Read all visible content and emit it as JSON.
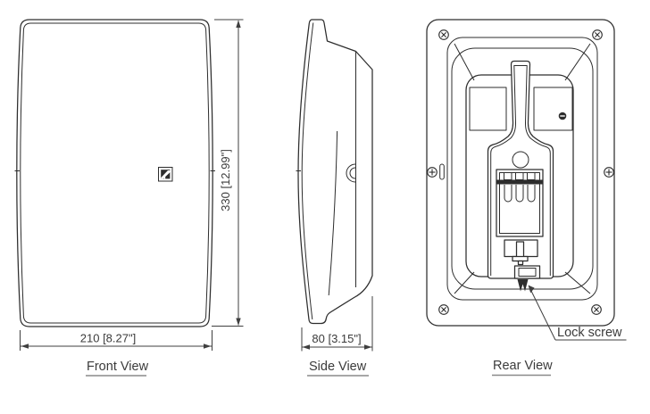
{
  "figure": {
    "ink_color": "#2d2d2d",
    "text_color": "#3b3b3b",
    "views": {
      "front": {
        "label": "Front View",
        "width_dim": "210 [8.27\"]",
        "height_dim": "330 [12.99\"]"
      },
      "side": {
        "label": "Side View",
        "depth_dim": "80 [3.15\"]"
      },
      "rear": {
        "label": "Rear View",
        "lock_screw_label": "Lock screw"
      }
    }
  }
}
